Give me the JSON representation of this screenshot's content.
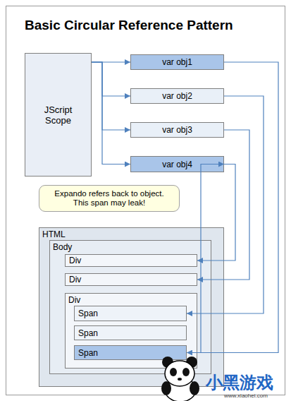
{
  "diagram": {
    "title": "Basic Circular Reference Pattern",
    "nodes": [
      {
        "text": [
          "JScript Scope"
        ]
      },
      {
        "text": [
          "var obj1"
        ]
      },
      {
        "text": [
          "var obj2"
        ]
      },
      {
        "text": [
          "var obj3"
        ]
      },
      {
        "text": [
          "var obj4"
        ]
      },
      {
        "text": [
          "Expando refers back to object. This span may leak!"
        ]
      },
      {
        "text": [
          "HTML"
        ]
      },
      {
        "text": [
          "Body"
        ],
        "in": 6
      },
      {
        "text": [
          "Div"
        ],
        "in": 7
      },
      {
        "text": [
          "Div"
        ],
        "in": 7
      },
      {
        "text": [
          "Div"
        ],
        "in": 7
      },
      {
        "text": [
          "Span"
        ],
        "in": 10
      },
      {
        "text": [
          "Span"
        ],
        "in": 10
      },
      {
        "text": [
          "Span"
        ],
        "in": 10
      }
    ],
    "edges": [
      {
        "from": 0,
        "to": 1,
        "arrow": "to"
      },
      {
        "from": 0,
        "to": 2,
        "arrow": "to"
      },
      {
        "from": 0,
        "to": 3,
        "arrow": "to"
      },
      {
        "from": 0,
        "to": 4,
        "arrow": "to"
      },
      {
        "from": 1,
        "to": 13,
        "arrow": "to"
      },
      {
        "from": 2,
        "to": 11,
        "arrow": "to"
      },
      {
        "from": 3,
        "to": 9,
        "arrow": "to"
      },
      {
        "from": 4,
        "to": 8,
        "arrow": "to"
      },
      {
        "from": 13,
        "to": 4,
        "arrow": "to"
      }
    ],
    "labels": [
      "小黑游戏",
      "www.xiaohei.com"
    ]
  }
}
